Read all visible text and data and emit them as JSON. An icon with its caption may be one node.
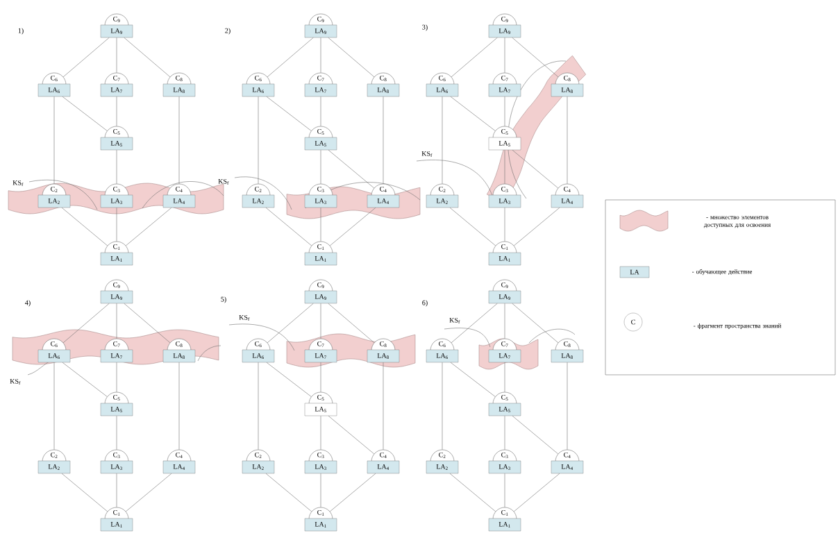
{
  "diagram": {
    "nodes": [
      {
        "text": [
          "C$_{9}$",
          "LA$_{9}$"
        ]
      },
      {
        "text": [
          "C$_{6}$",
          "LA$_{6}$"
        ]
      },
      {
        "text": [
          "C$_{7}$",
          "LA$_{7}$"
        ]
      },
      {
        "text": [
          "C$_{8}$",
          "LA$_{8}$"
        ]
      },
      {
        "text": [
          "C$_{5}$",
          "LA$_{5}$"
        ]
      },
      {
        "text": [
          "C$_{2}$",
          "LA$_{2}$"
        ]
      },
      {
        "text": [
          "C$_{3}$",
          "LA$_{3}$"
        ]
      },
      {
        "text": [
          "C$_{4}$",
          "LA$_{4}$"
        ]
      },
      {
        "text": [
          "C$_{1}$",
          "LA$_{1}$"
        ]
      },
      {
        "text": [
          "C$_{9}$",
          "LA$_{9}$"
        ]
      },
      {
        "text": [
          "C$_{6}$",
          "LA$_{6}$"
        ]
      },
      {
        "text": [
          "C$_{7}$",
          "LA$_{7}$"
        ]
      },
      {
        "text": [
          "C$_{8}$",
          "LA$_{8}$"
        ]
      },
      {
        "text": [
          "C$_{5}$",
          "LA$_{5}$"
        ]
      },
      {
        "text": [
          "C$_{2}$",
          "LA$_{2}$"
        ]
      },
      {
        "text": [
          "C$_{3}$",
          "LA$_{3}$"
        ]
      },
      {
        "text": [
          "C$_{4}$",
          "LA$_{4}$"
        ]
      },
      {
        "text": [
          "C$_{1}$",
          "LA$_{1}$"
        ]
      },
      {
        "text": [
          "C$_{9}$",
          "LA$_{9}$"
        ]
      },
      {
        "text": [
          "C$_{6}$",
          "LA$_{6}$"
        ]
      },
      {
        "text": [
          "C$_{7}$",
          "LA$_{7}$"
        ]
      },
      {
        "text": [
          "C$_{8}$",
          "LA$_{8}$"
        ]
      },
      {
        "text": [
          "C$_{5}$",
          "LA$_{5}$"
        ]
      },
      {
        "text": [
          "C$_{2}$",
          "LA$_{2}$"
        ]
      },
      {
        "text": [
          "C$_{3}$",
          "LA$_{3}$"
        ]
      },
      {
        "text": [
          "C$_{4}$",
          "LA$_{4}$"
        ]
      },
      {
        "text": [
          "C$_{1}$",
          "LA$_{1}$"
        ]
      },
      {
        "text": [
          "C$_{9}$",
          "LA$_{9}$"
        ]
      },
      {
        "text": [
          "C$_{6}$",
          "LA$_{6}$"
        ]
      },
      {
        "text": [
          "C$_{7}$",
          "LA$_{7}$"
        ]
      },
      {
        "text": [
          "C$_{8}$",
          "LA$_{8}$"
        ]
      },
      {
        "text": [
          "C$_{5}$",
          "LA$_{5}$"
        ]
      },
      {
        "text": [
          "C$_{2}$",
          "LA$_{2}$"
        ]
      },
      {
        "text": [
          "C$_{3}$",
          "LA$_{3}$"
        ]
      },
      {
        "text": [
          "C$_{4}$",
          "LA$_{4}$"
        ]
      },
      {
        "text": [
          "C$_{1}$",
          "LA$_{1}$"
        ]
      },
      {
        "text": [
          "C$_{9}$",
          "LA$_{9}$"
        ]
      },
      {
        "text": [
          "C$_{6}$",
          "LA$_{6}$"
        ]
      },
      {
        "text": [
          "C$_{7}$",
          "LA$_{7}$"
        ]
      },
      {
        "text": [
          "C$_{8}$",
          "LA$_{8}$"
        ]
      },
      {
        "text": [
          "C$_{5}$",
          "LA$_{5}$"
        ]
      },
      {
        "text": [
          "C$_{2}$",
          "LA$_{2}$"
        ]
      },
      {
        "text": [
          "C$_{3}$",
          "LA$_{3}$"
        ]
      },
      {
        "text": [
          "C$_{4}$",
          "LA$_{4}$"
        ]
      },
      {
        "text": [
          "C$_{1}$",
          "LA$_{1}$"
        ]
      },
      {
        "text": [
          "C$_{9}$",
          "LA$_{9}$"
        ]
      },
      {
        "text": [
          "C$_{6}$",
          "LA$_{6}$"
        ]
      },
      {
        "text": [
          "C$_{7}$",
          "LA$_{7}$"
        ]
      },
      {
        "text": [
          "C$_{8}$",
          "LA$_{8}$"
        ]
      },
      {
        "text": [
          "C$_{5}$",
          "LA$_{5}$"
        ]
      },
      {
        "text": [
          "C$_{2}$",
          "LA$_{2}$"
        ]
      },
      {
        "text": [
          "C$_{3}$",
          "LA$_{3}$"
        ]
      },
      {
        "text": [
          "C$_{4}$",
          "LA$_{4}$"
        ]
      },
      {
        "text": [
          "C$_{1}$",
          "LA$_{1}$"
        ]
      }
    ],
    "edges": [
      {
        "from": 0,
        "to": 1,
        "arrow": "none"
      },
      {
        "from": 0,
        "to": 2,
        "arrow": "none"
      },
      {
        "from": 0,
        "to": 3,
        "arrow": "none"
      },
      {
        "from": 1,
        "to": 5,
        "arrow": "none"
      },
      {
        "from": 1,
        "to": 4,
        "arrow": "none"
      },
      {
        "from": 2,
        "to": 4,
        "arrow": "none"
      },
      {
        "from": 3,
        "to": 7,
        "arrow": "none"
      },
      {
        "from": 4,
        "to": 6,
        "arrow": "none"
      },
      {
        "from": 5,
        "to": 8,
        "arrow": "none"
      },
      {
        "from": 6,
        "to": 8,
        "arrow": "none"
      },
      {
        "from": 7,
        "to": 8,
        "arrow": "none"
      },
      {
        "from": 9,
        "to": 10,
        "arrow": "none"
      },
      {
        "from": 9,
        "to": 11,
        "arrow": "none"
      },
      {
        "from": 9,
        "to": 12,
        "arrow": "none"
      },
      {
        "from": 10,
        "to": 14,
        "arrow": "none"
      },
      {
        "from": 10,
        "to": 13,
        "arrow": "none"
      },
      {
        "from": 11,
        "to": 13,
        "arrow": "none"
      },
      {
        "from": 12,
        "to": 16,
        "arrow": "none"
      },
      {
        "from": 13,
        "to": 15,
        "arrow": "none"
      },
      {
        "from": 13,
        "to": 16,
        "arrow": "none"
      },
      {
        "from": 14,
        "to": 17,
        "arrow": "none"
      },
      {
        "from": 15,
        "to": 17,
        "arrow": "none"
      },
      {
        "from": 16,
        "to": 17,
        "arrow": "none"
      },
      {
        "from": 18,
        "to": 19,
        "arrow": "none"
      },
      {
        "from": 18,
        "to": 20,
        "arrow": "none"
      },
      {
        "from": 18,
        "to": 21,
        "arrow": "none"
      },
      {
        "from": 19,
        "to": 23,
        "arrow": "none"
      },
      {
        "from": 19,
        "to": 22,
        "arrow": "none"
      },
      {
        "from": 20,
        "to": 22,
        "arrow": "none"
      },
      {
        "from": 21,
        "to": 25,
        "arrow": "none"
      },
      {
        "from": 22,
        "to": 24,
        "arrow": "none"
      },
      {
        "from": 22,
        "to": 25,
        "arrow": "none"
      },
      {
        "from": 23,
        "to": 26,
        "arrow": "none"
      },
      {
        "from": 24,
        "to": 26,
        "arrow": "none"
      },
      {
        "from": 25,
        "to": 26,
        "arrow": "none"
      },
      {
        "from": 27,
        "to": 28,
        "arrow": "none"
      },
      {
        "from": 27,
        "to": 29,
        "arrow": "none"
      },
      {
        "from": 27,
        "to": 30,
        "arrow": "none"
      },
      {
        "from": 28,
        "to": 32,
        "arrow": "none"
      },
      {
        "from": 28,
        "to": 31,
        "arrow": "none"
      },
      {
        "from": 29,
        "to": 31,
        "arrow": "none"
      },
      {
        "from": 30,
        "to": 34,
        "arrow": "none"
      },
      {
        "from": 31,
        "to": 33,
        "arrow": "none"
      },
      {
        "from": 32,
        "to": 35,
        "arrow": "none"
      },
      {
        "from": 33,
        "to": 35,
        "arrow": "none"
      },
      {
        "from": 34,
        "to": 35,
        "arrow": "none"
      },
      {
        "from": 36,
        "to": 37,
        "arrow": "none"
      },
      {
        "from": 36,
        "to": 38,
        "arrow": "none"
      },
      {
        "from": 36,
        "to": 39,
        "arrow": "none"
      },
      {
        "from": 37,
        "to": 41,
        "arrow": "none"
      },
      {
        "from": 37,
        "to": 40,
        "arrow": "none"
      },
      {
        "from": 38,
        "to": 40,
        "arrow": "none"
      },
      {
        "from": 39,
        "to": 43,
        "arrow": "none"
      },
      {
        "from": 40,
        "to": 42,
        "arrow": "none"
      },
      {
        "from": 40,
        "to": 43,
        "arrow": "none"
      },
      {
        "from": 41,
        "to": 44,
        "arrow": "none"
      },
      {
        "from": 42,
        "to": 44,
        "arrow": "none"
      },
      {
        "from": 43,
        "to": 44,
        "arrow": "none"
      },
      {
        "from": 45,
        "to": 46,
        "arrow": "none"
      },
      {
        "from": 45,
        "to": 47,
        "arrow": "none"
      },
      {
        "from": 45,
        "to": 48,
        "arrow": "none"
      },
      {
        "from": 46,
        "to": 50,
        "arrow": "none"
      },
      {
        "from": 46,
        "to": 49,
        "arrow": "none"
      },
      {
        "from": 47,
        "to": 49,
        "arrow": "none"
      },
      {
        "from": 48,
        "to": 52,
        "arrow": "none"
      },
      {
        "from": 49,
        "to": 51,
        "arrow": "none"
      },
      {
        "from": 49,
        "to": 52,
        "arrow": "none"
      },
      {
        "from": 50,
        "to": 53,
        "arrow": "none"
      },
      {
        "from": 51,
        "to": 53,
        "arrow": "none"
      },
      {
        "from": 52,
        "to": 53,
        "arrow": "none"
      }
    ],
    "labels": [
      "1)",
      "KS$_{f}$",
      "2)",
      "KS$_{f}$",
      "3)",
      "KS$_{f}$",
      "LA",
      "C",
      "4)",
      "KS$_{f}$",
      "5)",
      "KS$_{f}$",
      "6)",
      "KS$_{f}$"
    ],
    "legend": [
      {
        "text": "- множество элементов доступных для освоения"
      },
      {
        "text": "- обучающее действие"
      },
      {
        "text": "- фрагмент пространства знаний"
      }
    ]
  }
}
